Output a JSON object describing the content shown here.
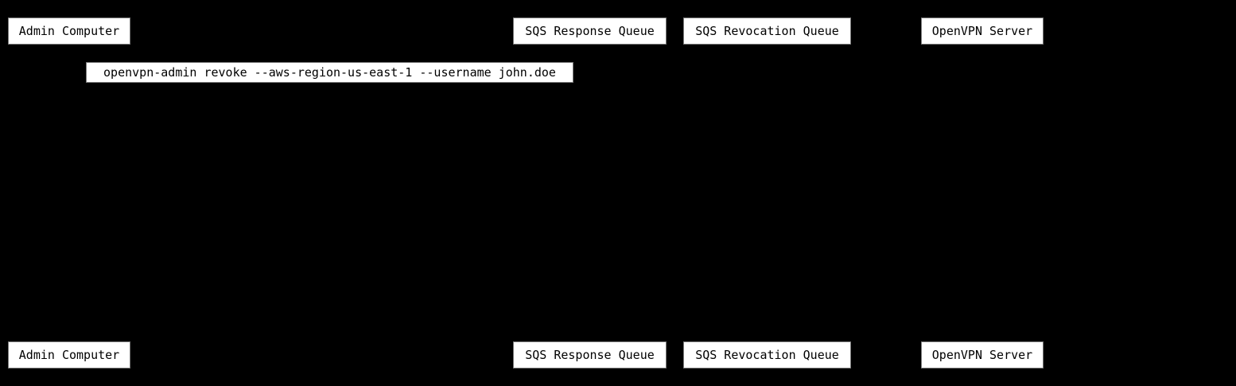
{
  "diagram": {
    "type": "sequence",
    "participants": [
      {
        "name": "Admin Computer"
      },
      {
        "name": "SQS Response Queue"
      },
      {
        "name": "SQS Revocation Queue"
      },
      {
        "name": "OpenVPN Server"
      }
    ],
    "messages": [
      {
        "label": "openvpn-admin revoke --aws-region-us-east-1 --username john.doe"
      }
    ],
    "colors": {
      "background": "#000000",
      "participant_fill": "#ffffff",
      "participant_border": "#7a7a7a",
      "participant_text": "#000000",
      "message_fill": "#ffffff",
      "message_text": "#000000"
    }
  }
}
